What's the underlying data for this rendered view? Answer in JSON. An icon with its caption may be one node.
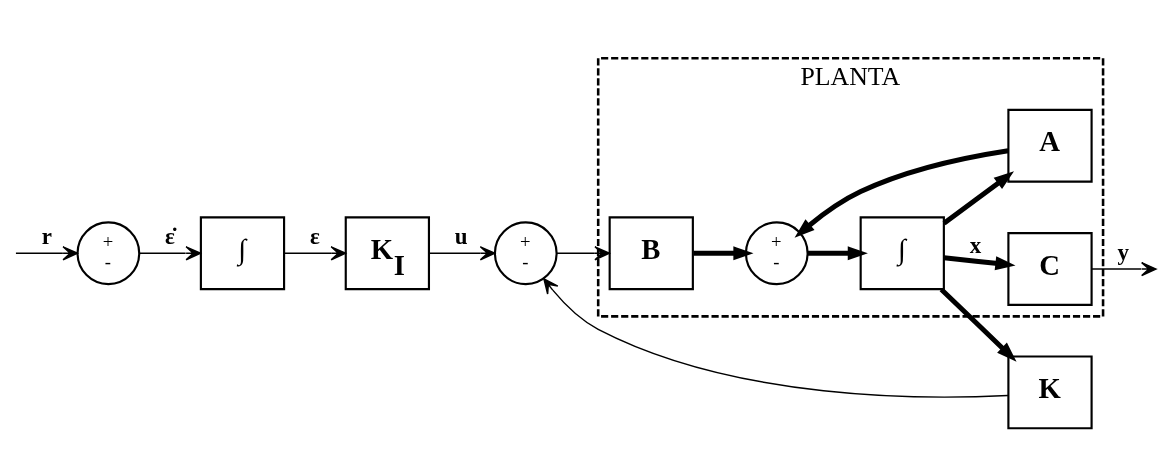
{
  "diagram": {
    "nodes": [
      {
        "text": [
          "PLANTA"
        ]
      },
      {
        "text": [
          "+",
          "-"
        ]
      },
      {
        "text": [
          "∫"
        ]
      },
      {
        "text": [
          "K$_{I}$"
        ]
      },
      {
        "text": [
          "+",
          "-"
        ]
      },
      {
        "text": [
          "B"
        ],
        "in": 0
      },
      {
        "text": [
          "+",
          "-"
        ],
        "in": 0
      },
      {
        "text": [
          "∫"
        ],
        "in": 0
      },
      {
        "text": [
          "C"
        ],
        "in": 0
      },
      {
        "text": [
          "A"
        ],
        "in": 0
      },
      {
        "text": [
          "K"
        ]
      }
    ],
    "edges": [
      {
        "from": null,
        "to": 1,
        "arrow": "to",
        "label": "r"
      },
      {
        "from": 1,
        "to": 2,
        "arrow": "to",
        "label": "ε̇"
      },
      {
        "from": 2,
        "to": 3,
        "arrow": "to",
        "label": "ε"
      },
      {
        "from": 3,
        "to": 4,
        "arrow": "to",
        "label": "u"
      },
      {
        "from": 4,
        "to": 5,
        "arrow": "to"
      },
      {
        "from": 5,
        "to": 6,
        "arrow": "to",
        "style": "thick"
      },
      {
        "from": 6,
        "to": 7,
        "arrow": "to",
        "style": "thick"
      },
      {
        "from": 7,
        "to": 8,
        "arrow": "to",
        "style": "thick",
        "label": "x"
      },
      {
        "from": 7,
        "to": 9,
        "arrow": "to",
        "style": "thick"
      },
      {
        "from": 9,
        "to": 6,
        "arrow": "to",
        "style": "thick"
      },
      {
        "from": 7,
        "to": 10,
        "arrow": "to",
        "style": "thick"
      },
      {
        "from": 10,
        "to": 4,
        "arrow": "to"
      },
      {
        "from": 8,
        "to": null,
        "arrow": "to",
        "label": "y"
      }
    ]
  }
}
